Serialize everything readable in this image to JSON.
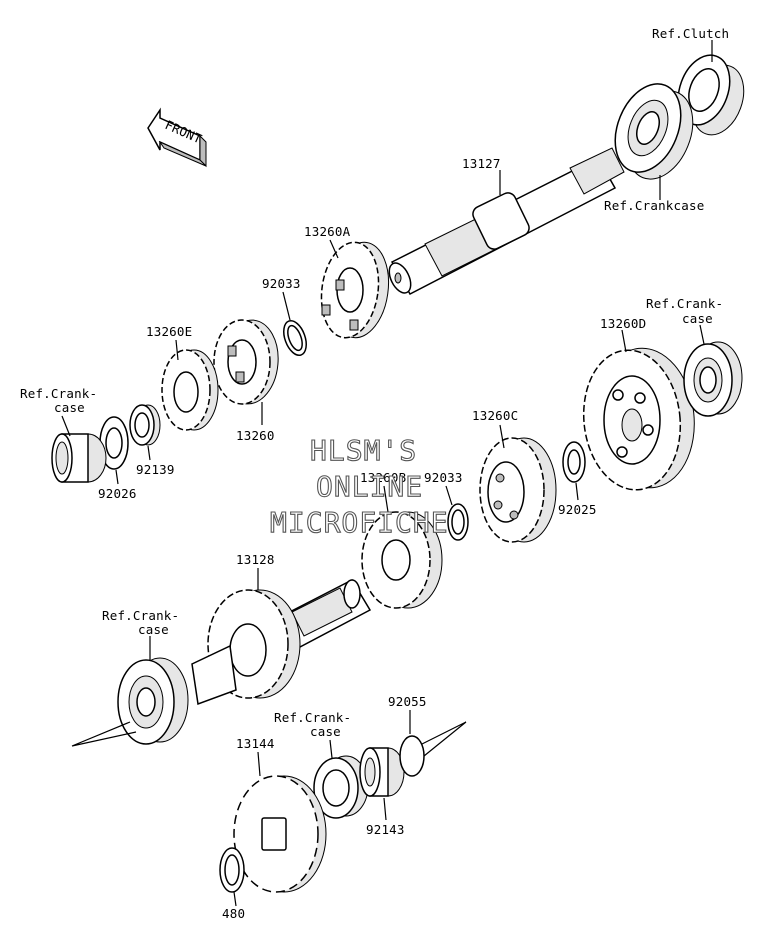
{
  "diagram_title": "",
  "watermark": {
    "line1": "HLSM'S",
    "line2": "ONLINE",
    "line3": "MICROFICHE"
  },
  "front_badge": "FRONT",
  "labels": {
    "ref_clutch": "Ref.Clutch",
    "ref_crankcase_top": "Ref.Crankcase",
    "p13127": "13127",
    "p13260A": "13260A",
    "p92033_upper": "92033",
    "ref_crank_upper_right_1": "Ref.Crank-",
    "ref_crank_upper_right_2": "case",
    "p13260D": "13260D",
    "p13260E": "13260E",
    "p13260": "13260",
    "ref_crank_left_1": "Ref.Crank-",
    "ref_crank_left_2": "case",
    "p92139": "92139",
    "p92026": "92026",
    "p13260C": "13260C",
    "p13260B": "13260B",
    "p92033_lower": "92033",
    "p92025": "92025",
    "p13128": "13128",
    "ref_crank_lower_left_1": "Ref.Crank-",
    "ref_crank_lower_left_2": "case",
    "p92055": "92055",
    "ref_crank_lower_mid_1": "Ref.Crank-",
    "ref_crank_lower_mid_2": "case",
    "p13144": "13144",
    "p92143": "92143",
    "p480": "480"
  }
}
